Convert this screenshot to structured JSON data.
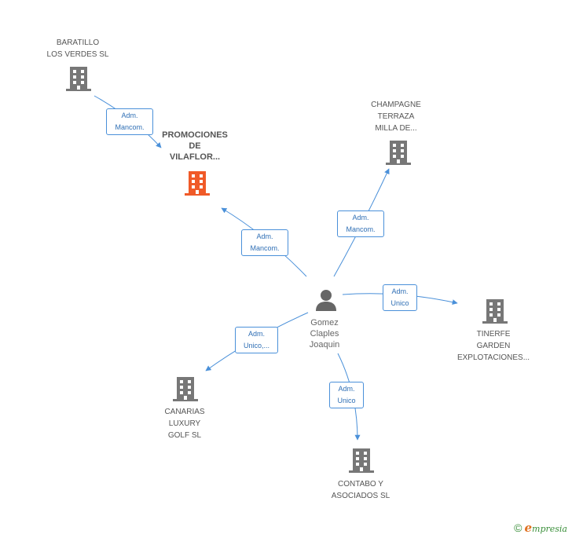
{
  "colors": {
    "edge": "#4a90d9",
    "building": "#777777",
    "focus_building": "#f05a28",
    "person": "#666666",
    "brand": "#3a8f3a"
  },
  "nodes": [
    {
      "id": "baratillo",
      "kind": "company",
      "lines": [
        "BARATILLO",
        "LOS VERDES SL"
      ]
    },
    {
      "id": "promociones",
      "kind": "focus",
      "lines": [
        "PROMOCIONES",
        "DE",
        "VILAFLOR..."
      ]
    },
    {
      "id": "champagne",
      "kind": "company",
      "lines": [
        "CHAMPAGNE",
        "TERRAZA",
        "MILLA DE..."
      ]
    },
    {
      "id": "tinerfe",
      "kind": "company",
      "lines": [
        "TINERFE",
        "GARDEN",
        "EXPLOTACIONES..."
      ]
    },
    {
      "id": "canarias",
      "kind": "company",
      "lines": [
        "CANARIAS",
        "LUXURY",
        "GOLF SL"
      ]
    },
    {
      "id": "contabo",
      "kind": "company",
      "lines": [
        "CONTABO Y",
        "ASOCIADOS SL"
      ]
    },
    {
      "id": "gomez",
      "kind": "person",
      "lines": [
        "Gomez",
        "Claples",
        "Joaquin"
      ]
    }
  ],
  "relations": [
    {
      "id": "r1",
      "lines": [
        "Adm.",
        "Mancom."
      ]
    },
    {
      "id": "r2",
      "lines": [
        "Adm.",
        "Mancom."
      ]
    },
    {
      "id": "r3",
      "lines": [
        "Adm.",
        "Mancom."
      ]
    },
    {
      "id": "r4",
      "lines": [
        "Adm.",
        "Unico"
      ]
    },
    {
      "id": "r5",
      "lines": [
        "Adm.",
        "Unico,..."
      ]
    },
    {
      "id": "r6",
      "lines": [
        "Adm.",
        "Unico"
      ]
    }
  ],
  "footer": {
    "copyright_symbol": "©",
    "brand_initial": "e",
    "brand_rest": "mpresia"
  }
}
